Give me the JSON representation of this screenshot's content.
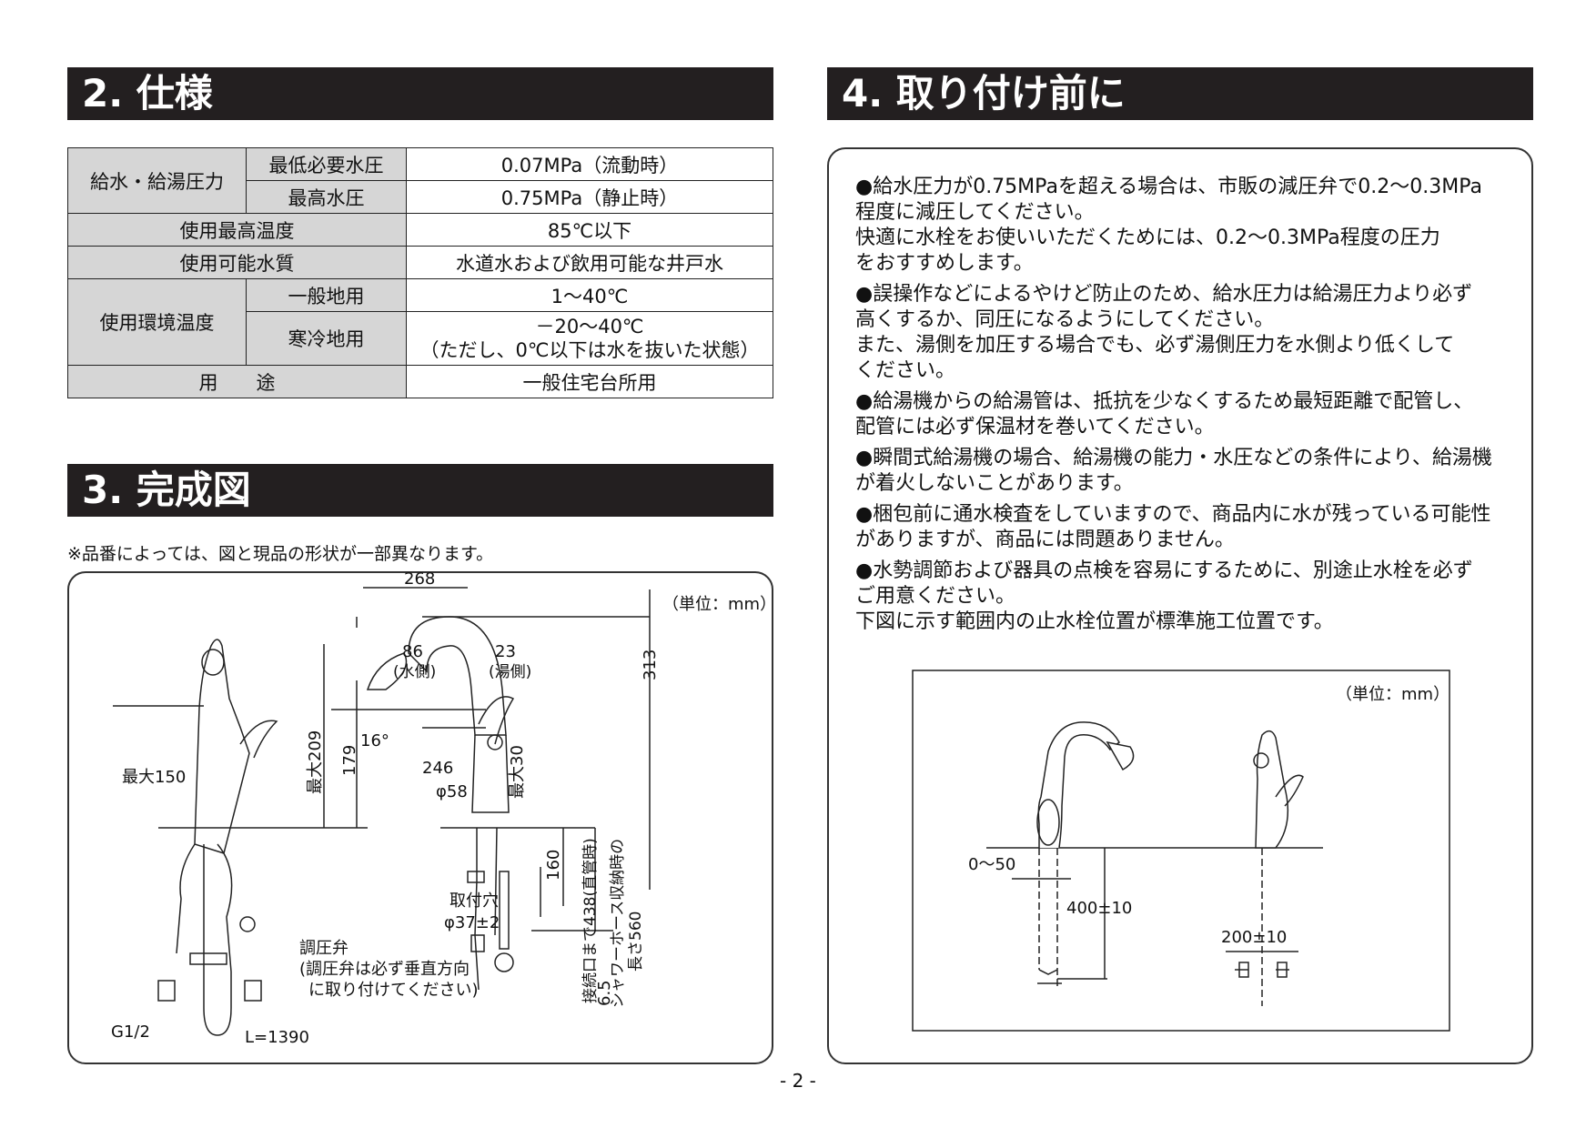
{
  "sections": {
    "spec_title": "2. 仕様",
    "complete_title": "3. 完成図",
    "before_title": "4. 取り付け前に"
  },
  "spec_table": {
    "supply_pressure": "給水・給湯圧力",
    "min_pressure_label": "最低必要水圧",
    "min_pressure_value": "0.07MPa（流動時）",
    "max_pressure_label": "最高水圧",
    "max_pressure_value": "0.75MPa（静止時）",
    "max_temp_label": "使用最高温度",
    "max_temp_value": "85℃以下",
    "water_quality_label": "使用可能水質",
    "water_quality_value": "水道水および飲用可能な井戸水",
    "env_temp_label": "使用環境温度",
    "general_label": "一般地用",
    "general_value": "1～40℃",
    "cold_label": "寒冷地用",
    "cold_value_1": "－20～40℃",
    "cold_value_2": "（ただし、0℃以下は水を抜いた状態）",
    "use_label": "用　　途",
    "use_value": "一般住宅台所用"
  },
  "note": "※品番によっては、図と現品の形状が一部異なります。",
  "unit_label": "（単位：mm）",
  "diagram_left": {
    "dim_268": "268",
    "dim_86": "86",
    "water_side": "(水側)",
    "dim_23": "23",
    "hot_side": "(湯側)",
    "dim_313": "313",
    "dim_max209": "最大209",
    "dim_179": "179",
    "angle_16": "16°",
    "dim_246": "246",
    "dim_max30": "最大30",
    "dim_phi58": "φ58",
    "dim_max150": "最大150",
    "mount_hole": "取付穴",
    "mount_hole_dim": "φ37±2",
    "dim_160": "160",
    "dim_438": "接続口まで438(直管時)",
    "dim_560a": "シャワーホース収納時の",
    "dim_560b": "長さ560",
    "valve": "調圧弁",
    "valve_note1": "(調圧弁は必ず垂直方向",
    "valve_note2": "に取り付けてください)",
    "dim_6_5": "6.5",
    "g12": "G1/2",
    "l1390": "L=1390"
  },
  "diagram_right": {
    "dim_0_50": "0～50",
    "dim_400": "400±10",
    "dim_200": "200±10"
  },
  "bullets": [
    [
      "●給水圧力が0.75MPaを超える場合は、市販の減圧弁で0.2～0.3MPa",
      "程度に減圧してください。",
      "快適に水栓をお使いいただくためには、0.2～0.3MPa程度の圧力",
      "をおすすめします。"
    ],
    [
      "●誤操作などによるやけど防止のため、給水圧力は給湯圧力より必ず",
      "高くするか、同圧になるようにしてください。",
      "また、湯側を加圧する場合でも、必ず湯側圧力を水側より低くして",
      "ください。"
    ],
    [
      "●給湯機からの給湯管は、抵抗を少なくするため最短距離で配管し、",
      "配管には必ず保温材を巻いてください。"
    ],
    [
      "●瞬間式給湯機の場合、給湯機の能力・水圧などの条件により、給湯機",
      "が着火しないことがあります。"
    ],
    [
      "●梱包前に通水検査をしていますので、商品内に水が残っている可能性",
      "がありますが、商品には問題ありません。"
    ],
    [
      "●水勢調節および器具の点検を容易にするために、別途止水栓を必ず",
      "ご用意ください。",
      "下図に示す範囲内の止水栓位置が標準施工位置です。"
    ]
  ],
  "page_number": "- 2 -"
}
